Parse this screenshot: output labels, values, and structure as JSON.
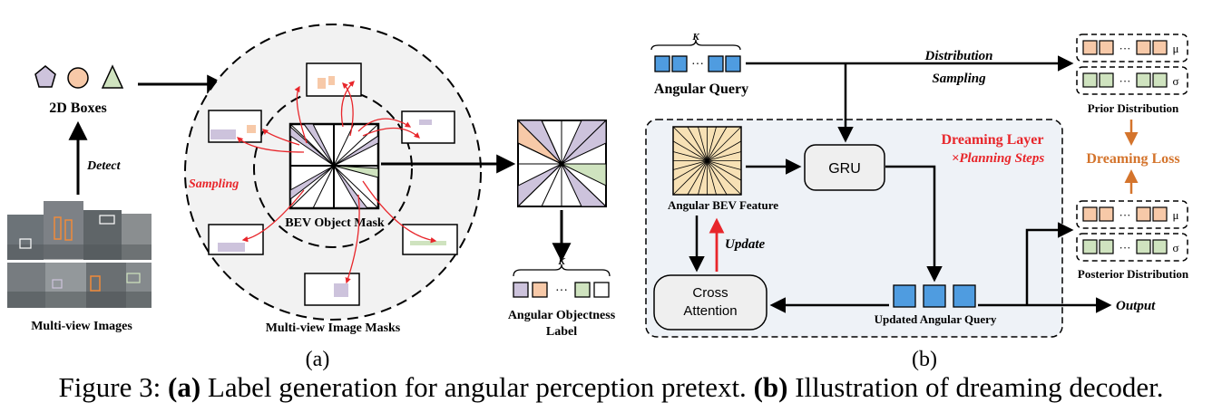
{
  "panel_a": {
    "boxes_label": "2D Boxes",
    "detect_label": "Detect",
    "images_label": "Multi-view Images",
    "sampling_label": "Sampling",
    "mask_label": "BEV Object Mask",
    "image_masks_label": "Multi-view Image Masks",
    "k_label": "K",
    "objectness_label_line1": "Angular Objectness",
    "objectness_label_line2": "Label",
    "sublabel": "(a)"
  },
  "panel_b": {
    "k_label": "K",
    "angular_query_label": "Angular Query",
    "distribution_label": "Distribution",
    "sampling_label": "Sampling",
    "mu_symbol": "μ",
    "sigma_symbol": "σ",
    "prior_label": "Prior Distribution",
    "dreaming_layer_label": "Dreaming Layer",
    "planning_steps_label": "×Planning Steps",
    "dreaming_loss_label": "Dreaming Loss",
    "gru_label": "GRU",
    "bev_feature_label": "Angular BEV Feature",
    "update_label": "Update",
    "cross_attention_line1": "Cross",
    "cross_attention_line2": "Attention",
    "updated_query_label": "Updated Angular Query",
    "output_label": "Output",
    "posterior_label": "Posterior Distribution",
    "sublabel": "(b)"
  },
  "caption": {
    "prefix": "Figure 3: ",
    "part_a_tag": "(a)",
    "part_a_text": " Label generation for angular perception pretext. ",
    "part_b_tag": "(b)",
    "part_b_text": " Illustration of dreaming decoder."
  },
  "colors": {
    "red": "#e8262b",
    "orange": "#d4742c",
    "query_blue": "#4f9ce0",
    "prior_orange": "#f7c9a8",
    "prior_green": "#cfe3bf",
    "lavender": "#cdc3dc",
    "panel_bg": "#eef2f7",
    "sector_yellow": "#f7e1b5"
  }
}
